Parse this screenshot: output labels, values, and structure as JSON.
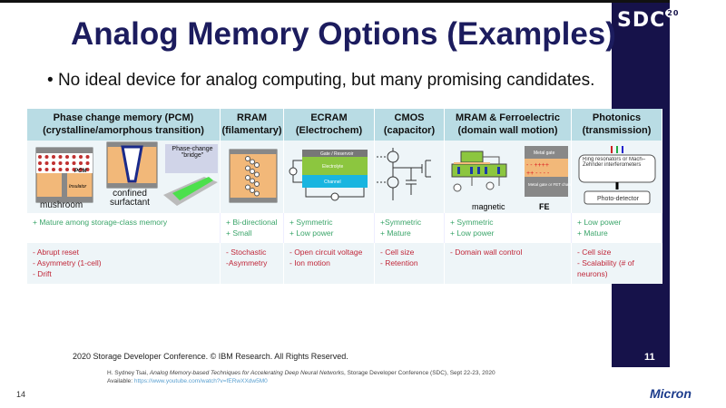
{
  "slide": {
    "title": "Analog Memory Options (Examples)",
    "bullet": "No ideal device for analog computing, but many promising candidates.",
    "logo": "SDC",
    "logo_badge": "20",
    "slide_number": "11",
    "page_number": "14",
    "brand": "Micron"
  },
  "table": {
    "columns": [
      {
        "title": "Phase change memory (PCM)",
        "subtitle": "(crystalline/amorphous transition)",
        "pros": [
          "+ Mature among storage-class memory"
        ],
        "cons": [
          "- Abrupt reset",
          "- Asymmetry (1-cell)",
          "- Drift"
        ]
      },
      {
        "title": "RRAM",
        "subtitle": "(filamentary)",
        "pros": [
          "+ Bi-directional",
          "+ Small"
        ],
        "cons": [
          "- Stochastic",
          "-Asymmetry"
        ]
      },
      {
        "title": "ECRAM",
        "subtitle": "(Electrochem)",
        "pros": [
          "+ Symmetric",
          "+ Low power"
        ],
        "cons": [
          "- Open circuit voltage",
          "- Ion motion"
        ]
      },
      {
        "title": "CMOS",
        "subtitle": "(capacitor)",
        "pros": [
          "+Symmetric",
          "+ Mature"
        ],
        "cons": [
          "- Cell size",
          "- Retention"
        ]
      },
      {
        "title": "MRAM & Ferroelectric",
        "subtitle": "(domain wall motion)",
        "pros": [
          "+ Symmetric",
          "+ Low power"
        ],
        "cons": [
          "- Domain wall control"
        ]
      },
      {
        "title": "Photonics",
        "subtitle": "(transmission)",
        "pros": [
          "+ Low power",
          "+ Mature"
        ],
        "cons": [
          "- Cell size",
          "- Scalability (# of neurons)"
        ]
      }
    ],
    "diagram_labels": {
      "mushroom": "mushroom",
      "confined": "confined surfactant",
      "bridge": "Phase-change \"bridge\"",
      "pcm": "PCM",
      "insulator": "Insulator",
      "gate": "Gate / Reservoir",
      "electrolyte": "Electrolyte",
      "channel": "Channel",
      "magnetic": "magnetic",
      "fe": "FE",
      "metal_gate": "Metal gate",
      "metal_gate_fet": "Metal gate or FET channel",
      "ring": "Ring resonators or Mach–Zehnder interferometers",
      "detector": "Photo-detector"
    }
  },
  "footer": {
    "copyright": "2020 Storage Developer Conference. © IBM Research. All Rights Reserved.",
    "citation_author": "H. Sydney Tsai, ",
    "citation_title": "Analog Memory-based Techniques for Accelerating Deep Neural Networks",
    "citation_rest": ", Storage Developer Conference (SDC), Sept 22-23, 2020",
    "available": "Available: ",
    "url": "https://www.youtube.com/watch?v=fERwXXdw5M0"
  }
}
